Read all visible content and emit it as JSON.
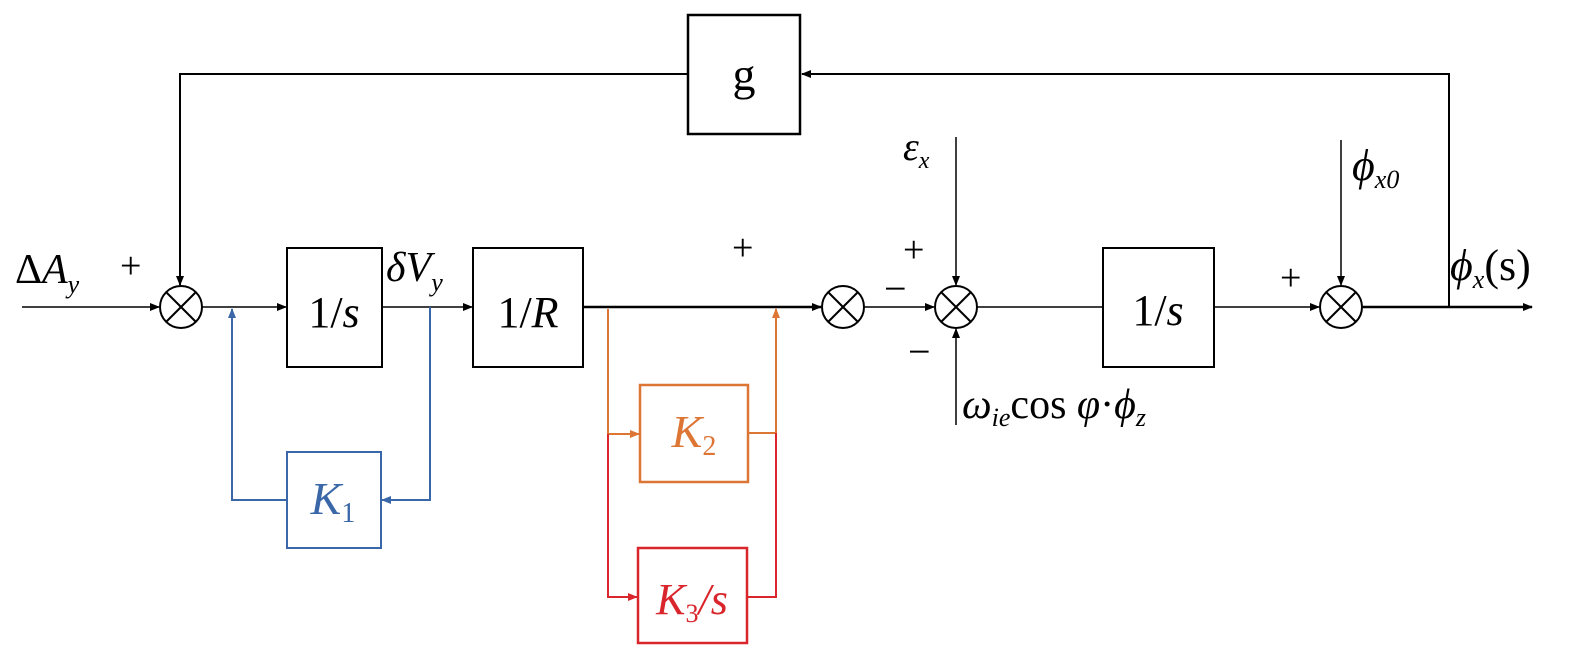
{
  "colors": {
    "main": "#000000",
    "k1": "#3a67a8",
    "k2": "#dd7535",
    "k3": "#d9262c"
  },
  "blocks": {
    "g": "g",
    "integrator1": {
      "num": "1/",
      "var": "s"
    },
    "gain_r": {
      "num": "1/",
      "var": "R"
    },
    "k1": {
      "sym": "K",
      "sub": "1"
    },
    "k2": {
      "sym": "K",
      "sub": "2"
    },
    "k3": {
      "sym": "K",
      "sub": "3",
      "tail": "/s"
    },
    "integrator2": {
      "num": "1/",
      "var": "s"
    }
  },
  "signals": {
    "input": {
      "delta": "Δ",
      "sym": "A",
      "sub": "y"
    },
    "velocity": {
      "pre": "δ",
      "sym": "V",
      "sub": "y"
    },
    "epsilon": {
      "sym": "ε",
      "sub": "x"
    },
    "phi_x0": {
      "sym": "ϕ",
      "sub": "x0"
    },
    "output": {
      "sym": "ϕ",
      "sub": "x",
      "tail": "(s)"
    },
    "omega": {
      "sym": "ω",
      "sub": "ie",
      "text": "cos ",
      "phi": "φ",
      "dot": "·",
      "sym2": "ϕ",
      "sub2": "z"
    }
  },
  "signs": {
    "sum1_left": "+",
    "sum2_top": "+",
    "sum3_top": "+",
    "sum3_left": "−",
    "sum3_bottom": "−",
    "sum4_left": "+"
  }
}
